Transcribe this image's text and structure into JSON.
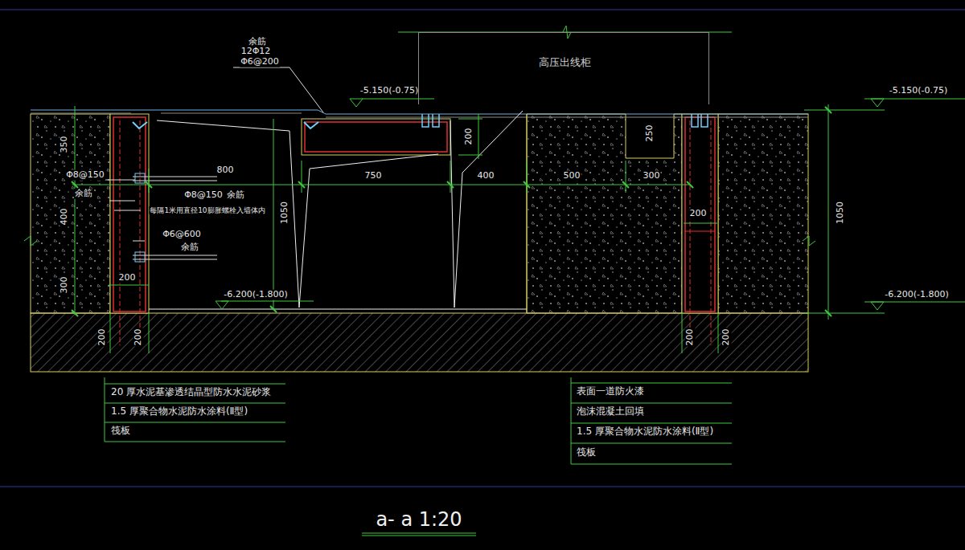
{
  "diagram": {
    "caption": "a- a 1:20",
    "nodes": [
      {
        "text": [
          "高压出线柜"
        ]
      }
    ],
    "labels": [
      "余筋",
      "12Φ12",
      "Φ6@200",
      "-5.150(-0.75)",
      "350",
      "400",
      "300",
      "Φ8@150",
      "余筋",
      "800",
      "Φ8@150",
      "余筋",
      "每隔1米用直径10膨胀螺栓入墙体内",
      "Φ6@600",
      "余筋",
      "1050",
      "200",
      "-6.200(-1.800)",
      "200",
      "200",
      "750",
      "400",
      "500",
      "300",
      "200",
      "250",
      "200",
      "200",
      "200",
      "1050",
      "-5.150(-0.75)",
      "-6.200(-1.800)",
      "20 厚水泥基渗透结晶型防水水泥砂浆",
      "1.5 厚聚合物水泥防水涂料(Ⅱ型)",
      "筏板",
      "表面一道防火漆",
      "泡沫混凝土回填",
      "1.5 厚聚合物水泥防水涂料(Ⅱ型)",
      "筏板"
    ]
  }
}
